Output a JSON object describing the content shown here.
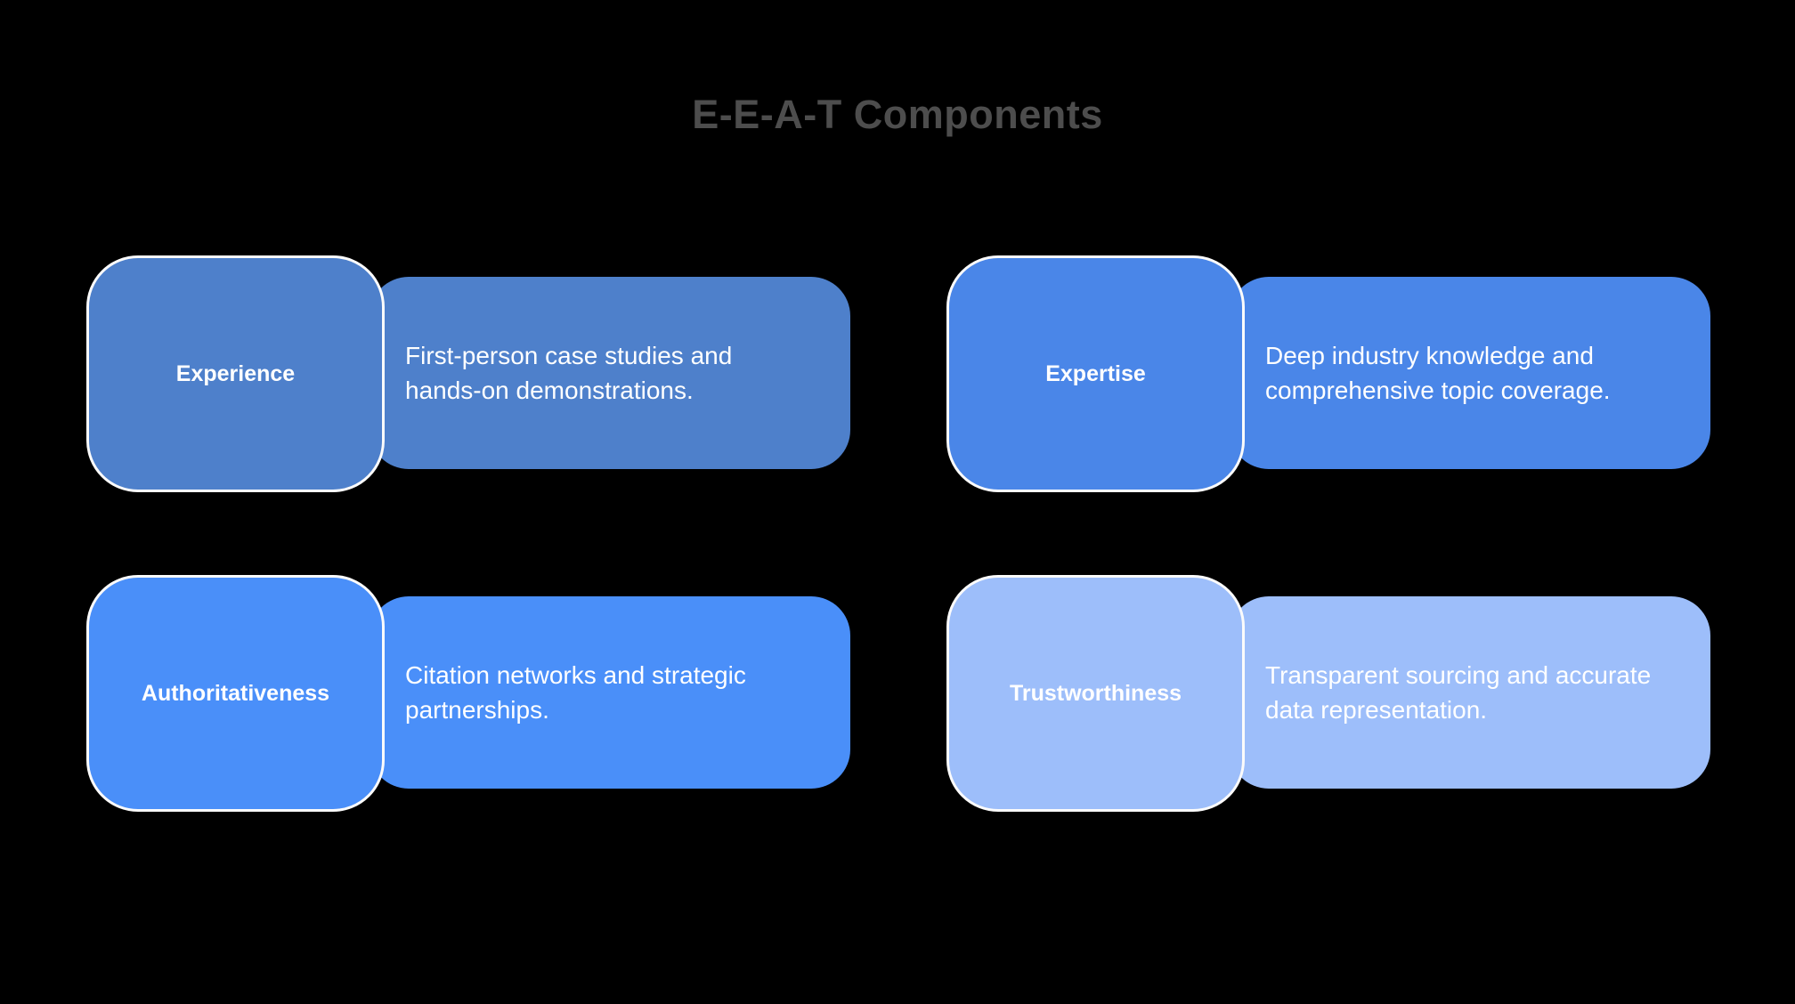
{
  "title": "E-E-A-T Components",
  "background_color": "#000000",
  "title_color": "#4d4d4d",
  "text_color": "#ffffff",
  "label_border_color": "#fbfbfb",
  "cards": [
    {
      "label": "Experience",
      "description": "First-person case studies and\nhands-on demonstrations.",
      "color": "#4e80cb"
    },
    {
      "label": "Expertise",
      "description": "Deep industry knowledge and\ncomprehensive topic coverage.",
      "color": "#4a86e8"
    },
    {
      "label": "Authoritativeness",
      "description": "Citation networks and strategic\npartnerships.",
      "color": "#4a8ff9"
    },
    {
      "label": "Trustworthiness",
      "description": "Transparent sourcing and accurate\ndata representation.",
      "color": "#9dbefa"
    }
  ]
}
